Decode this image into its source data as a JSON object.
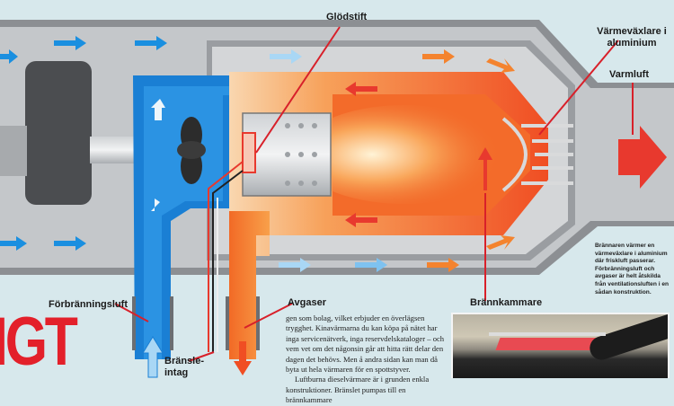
{
  "labels": {
    "glow_plug": "Glödstift",
    "heat_exchanger": "Värmeväxlare i aluminium",
    "warm_air": "Varmluft",
    "combustion_air": "Förbränningsluft",
    "exhaust": "Avgaser",
    "fuel_intake": "Bränsle-intag",
    "combustion_chamber": "Brännkammare"
  },
  "headline_fragment": "IGT",
  "side_caption": "Brännaren värmer en värmeväxlare i aluminium där friskluft passerar. Förbränningsluft och avgaser är helt åtskilda från ventilationsluften i en sådan konstruktion.",
  "article": {
    "paragraph1": "gen som bolag, vilket erbjuder en överlägsen trygghet. Kinavärmarna du kan köpa på nätet har inga servicenätverk, inga reservdelskataloger – och vem vet om det någonsin går att hitta rätt delar den dagen det behövs. Men å andra sidan kan man då byta ut hela värmaren för en spottstyver.",
    "paragraph2": "Luftburna dieselvärmare är i grunden enkla konstruktioner. Bränslet pumpas till en brännkammare"
  },
  "colors": {
    "combustion_air": "#1a7fd4",
    "flame": "#f36b2a",
    "exhaust": "#f4832e",
    "warm_air_arrow": "#e8392e",
    "casing": "#8c8f93",
    "headline": "#e3202a"
  }
}
